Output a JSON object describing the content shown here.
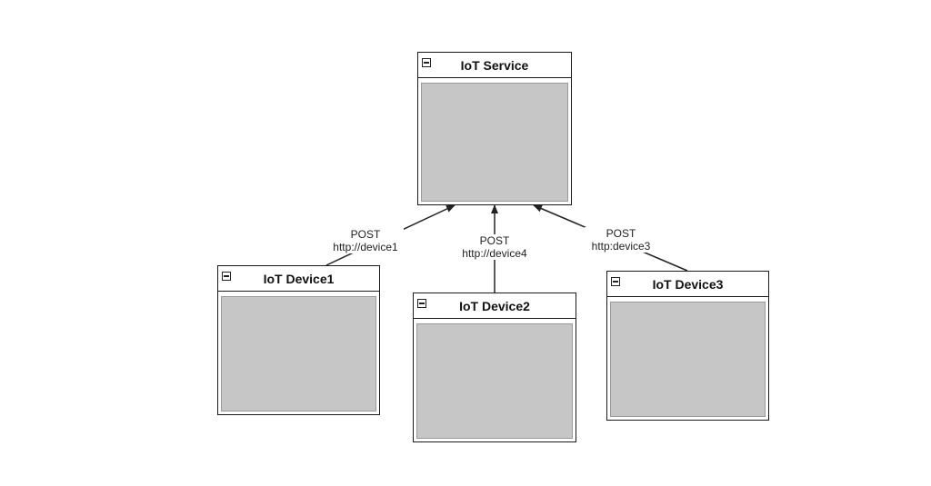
{
  "nodes": {
    "service": {
      "title": "IoT Service"
    },
    "device1": {
      "title": "IoT Device1"
    },
    "device2": {
      "title": "IoT Device2"
    },
    "device3": {
      "title": "IoT Device3"
    }
  },
  "edges": [
    {
      "from": "IoT Device1",
      "to": "IoT Service",
      "method": "POST",
      "url": "http://device1"
    },
    {
      "from": "IoT Device2",
      "to": "IoT Service",
      "method": "POST",
      "url": "http://device4"
    },
    {
      "from": "IoT Device3",
      "to": "IoT Service",
      "method": "POST",
      "url": "http:device3"
    }
  ],
  "colors": {
    "border": "#1a1a1a",
    "body_fill": "#c6c6c6",
    "body_border": "#9a9a9a",
    "edge": "#222222"
  }
}
